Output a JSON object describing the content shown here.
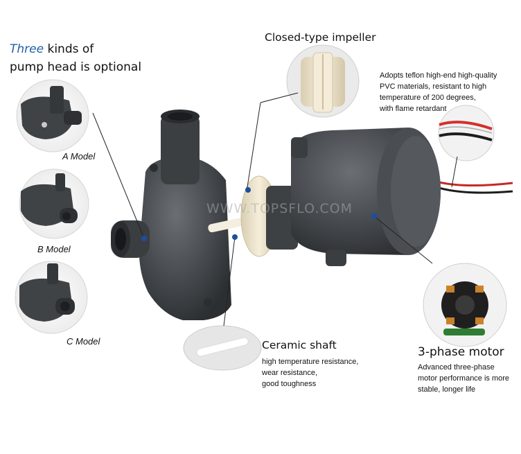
{
  "headline": {
    "accent": "Three",
    "line1_rest": "kinds of",
    "line2": "pump head is optional"
  },
  "impeller": {
    "title": "Closed-type  impeller"
  },
  "cable": {
    "text": [
      "Adopts teflon high-end high-quality",
      "PVC materials, resistant to high",
      "temperature of 200 degrees,",
      "with flame retardant"
    ]
  },
  "models": [
    {
      "label": "A Model"
    },
    {
      "label": "B Model"
    },
    {
      "label": "C Model"
    }
  ],
  "shaft": {
    "title": "Ceramic shaft",
    "text": [
      "high temperature resistance,",
      "wear resistance,",
      "good toughness"
    ]
  },
  "motor": {
    "title": "3-phase motor",
    "text": [
      "Advanced three-phase",
      "motor performance is more",
      "stable, longer life"
    ]
  },
  "watermark": "WWW.TOPSFLO.COM",
  "colors": {
    "accent": "#1f5fa8",
    "pump_body": "#45494d",
    "impeller": "#efe6cf",
    "callout_dot": "#1a4fa0"
  }
}
